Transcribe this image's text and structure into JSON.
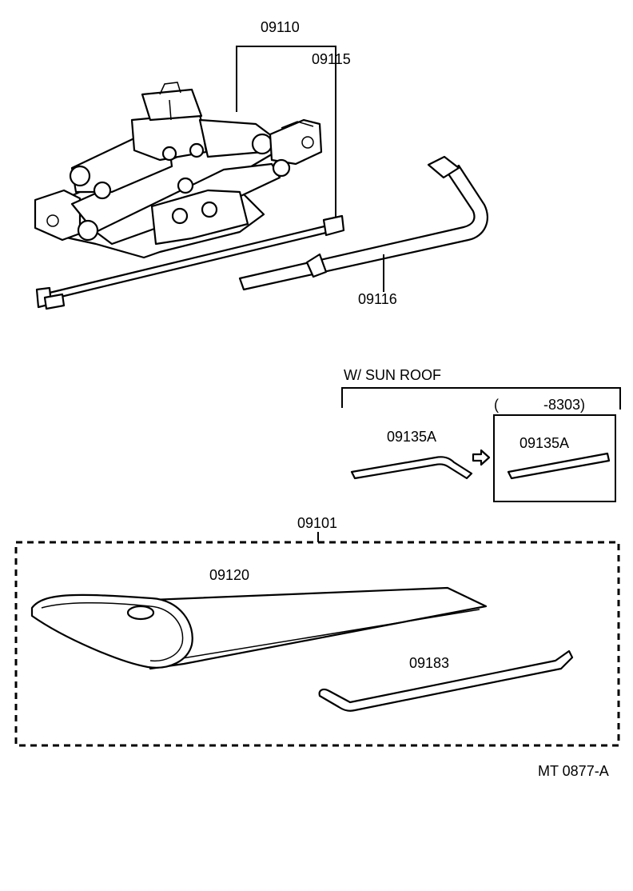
{
  "labels": {
    "jack_assy": "09110",
    "jack_handle": "09115",
    "wheel_wrench": "09116",
    "sunroof_title": "W/ SUN ROOF",
    "range_open": "(",
    "range_end": "-8303)",
    "sunroof_handle_a": "09135A",
    "sunroof_handle_b": "09135A",
    "tool_kit": "09101",
    "tool_bag": "09120",
    "screwdriver": "09183",
    "diagram_code": "MT  0877-A"
  }
}
